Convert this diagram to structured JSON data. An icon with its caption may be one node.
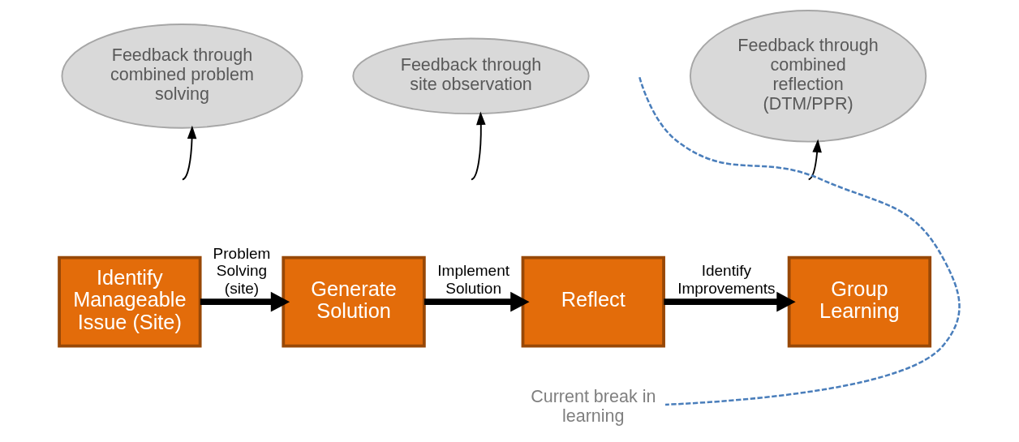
{
  "diagram": {
    "nodes": [
      {
        "text": [
          "Feedback through combined problem solving"
        ]
      },
      {
        "text": [
          "Feedback through site observation"
        ]
      },
      {
        "text": [
          "Feedback through combined reflection",
          "(DTM/PPR)"
        ]
      },
      {
        "text": [
          "Identify Manageable Issue (Site)"
        ]
      },
      {
        "text": [
          "Generate Solution"
        ]
      },
      {
        "text": [
          "Reflect"
        ]
      },
      {
        "text": [
          "Group Learning"
        ]
      },
      {
        "text": [
          "Current break in learning"
        ]
      }
    ],
    "edges": [
      {
        "from": 3,
        "to": 4,
        "arrow": "to",
        "label": "Problem Solving (site)",
        "style": "thick"
      },
      {
        "from": 4,
        "to": 5,
        "arrow": "to",
        "label": "Implement Solution",
        "style": "thick"
      },
      {
        "from": 5,
        "to": 6,
        "arrow": "to",
        "label": "Identify Improvements",
        "style": "thick"
      },
      {
        "from": null,
        "to": 0,
        "arrow": "to"
      },
      {
        "from": null,
        "to": 1,
        "arrow": "to"
      },
      {
        "from": null,
        "to": 2,
        "arrow": "to"
      },
      {
        "from": null,
        "to": 7,
        "arrow": "none",
        "style": "dashed",
        "color": "#4a7ebb"
      }
    ]
  }
}
